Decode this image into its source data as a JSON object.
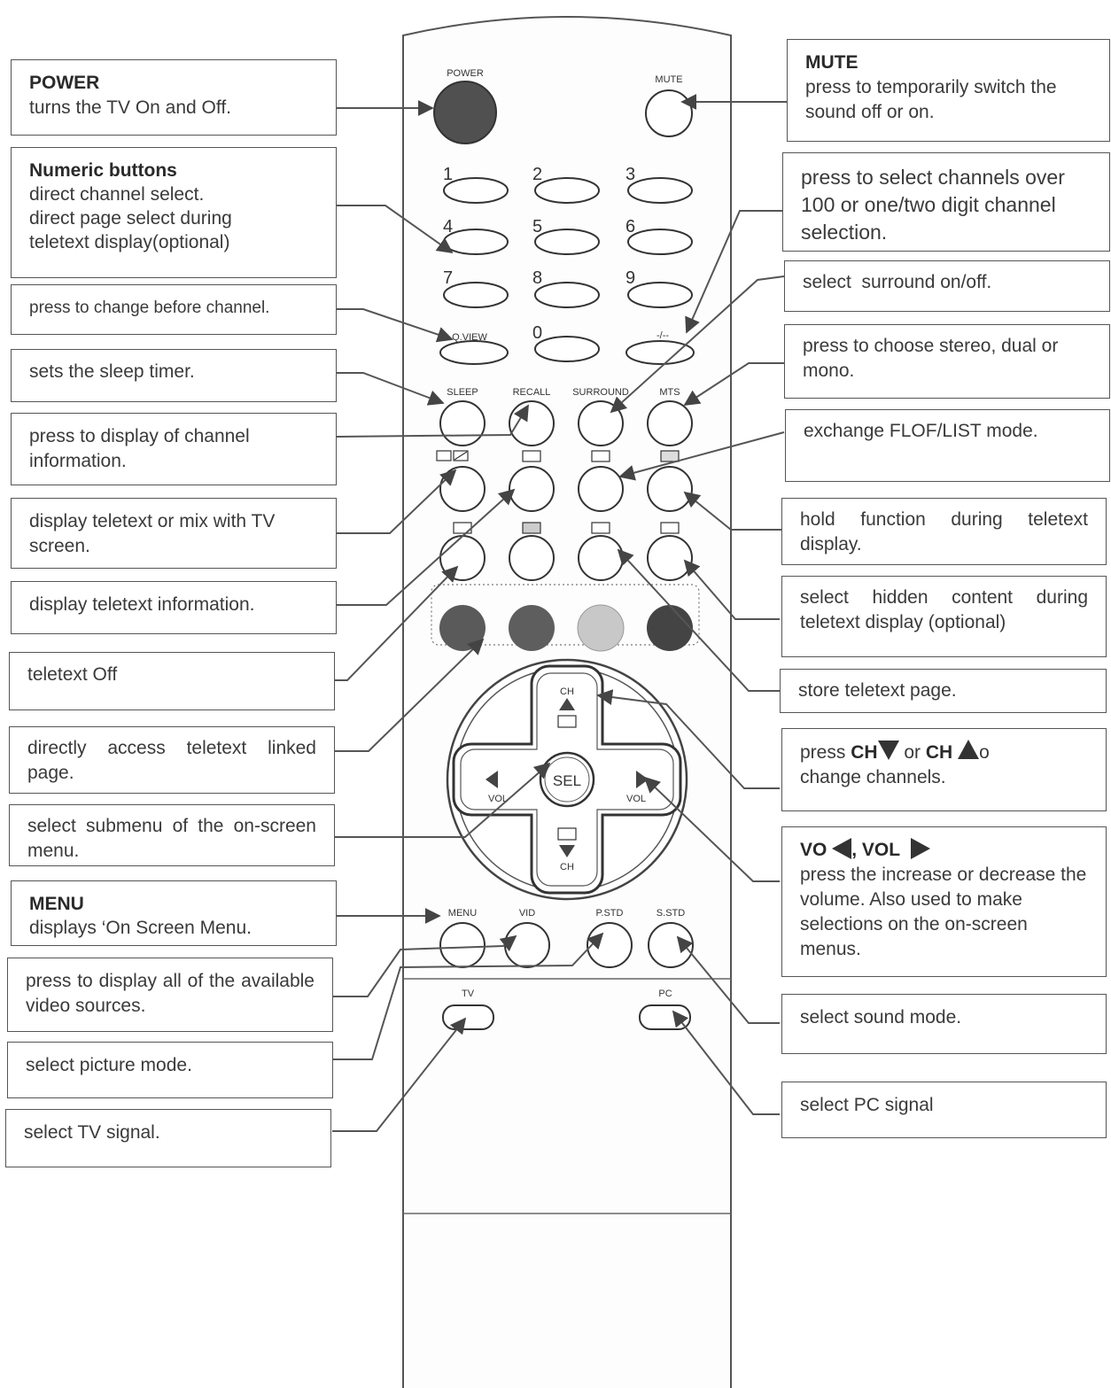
{
  "buttons": {
    "power": "POWER",
    "mute": "MUTE",
    "qview": "Q.VIEW",
    "dash": "-/--",
    "sleep": "SLEEP",
    "recall": "RECALL",
    "surround": "SURROUND",
    "mts": "MTS",
    "ch": "CH",
    "vol": "VOL",
    "sel": "SEL",
    "menu": "MENU",
    "vid": "VID",
    "pstd": "P.STD",
    "sstd": "S.STD",
    "tv": "TV",
    "pc": "PC",
    "digits": [
      "1",
      "2",
      "3",
      "4",
      "5",
      "6",
      "7",
      "8",
      "9",
      "0"
    ]
  },
  "colors": {
    "power": "#505050",
    "fastext": [
      "#5a5a5a",
      "#5e5e5e",
      "#c8c8c8",
      "#444444"
    ]
  },
  "callouts": {
    "power_title": "POWER",
    "power_desc": "turns the TV On and Off.",
    "numeric_title": "Numeric buttons",
    "numeric_desc1": "direct channel select.",
    "numeric_desc2": "direct page select during",
    "numeric_desc3": "teletext display(optional)",
    "qview": "press to change before channel.",
    "sleep": "sets the sleep timer.",
    "recall": "press to display of channel information.",
    "mix": "display teletext or mix with TV screen.",
    "index": "display teletext information.",
    "off": "teletext Off",
    "fastext": "directly access teletext linked page.",
    "sel": "select submenu of the on-screen menu.",
    "menu_title": "MENU",
    "menu_desc": "displays ‘On Screen Menu.",
    "vid": "press to display all of the available video sources.",
    "pstd": "select picture mode.",
    "tv": "select TV signal.",
    "mute_title": "MUTE",
    "mute_desc": "press to temporarily switch the sound off or on.",
    "dash": "press to select channels over 100 or one/two digit channel selection.",
    "surround": "select  surround on/off.",
    "mts": "press to choose stereo, dual or mono.",
    "floflist": "exchange FLOF/LIST mode.",
    "hold": "hold function during teletext display.",
    "reveal": "select hidden content during teletext display (optional)",
    "store": "store teletext page.",
    "ch_pre": "press ",
    "ch_b1": "CH",
    "ch_mid": " or ",
    "ch_b2": "CH",
    "ch_post": "o",
    "ch_line2": "change channels.",
    "vol_b1": "VO",
    "vol_b2": ", VOL",
    "vol_desc": "press the increase or decrease the volume. Also used to make selections on the on-screen menus.",
    "sstd": "select sound mode.",
    "pc": "select PC signal"
  }
}
